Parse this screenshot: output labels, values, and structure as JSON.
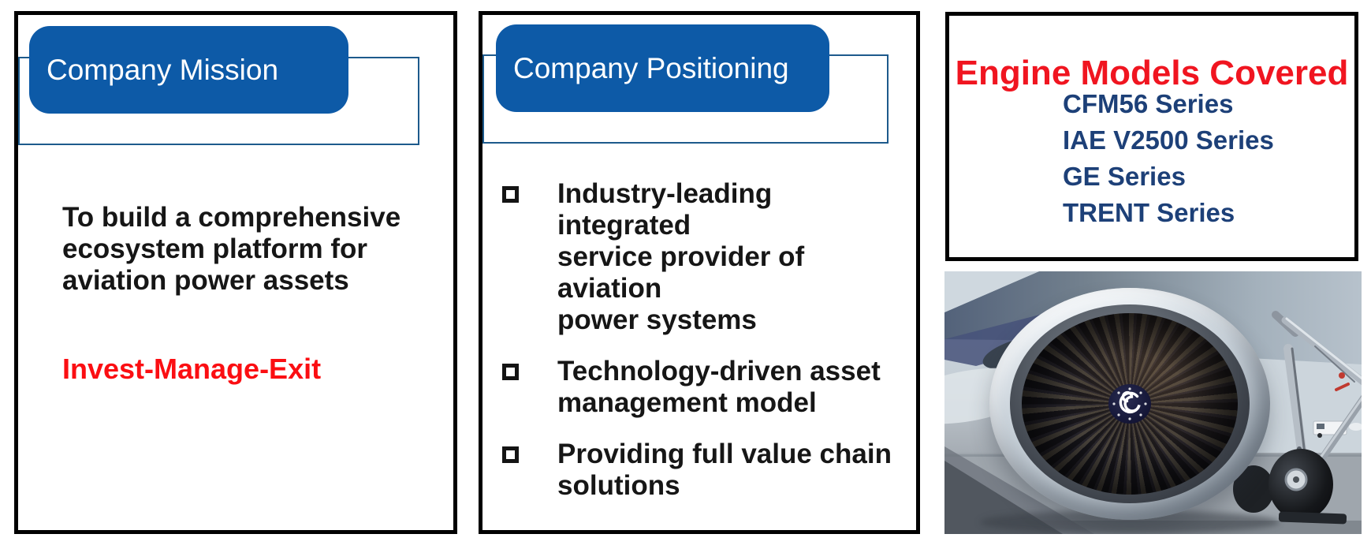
{
  "mission_panel": {
    "header": "Company Mission",
    "body": "To build a comprehensive\necosystem platform for\naviation power assets",
    "highlight": "Invest-Manage-Exit"
  },
  "positioning_panel": {
    "header": "Company Positioning",
    "bullets": [
      "Industry-leading integrated\nservice provider of aviation\npower systems",
      "Technology-driven asset\nmanagement model",
      "Providing full value chain\nsolutions"
    ]
  },
  "engines_panel": {
    "title": "Engine Models Covered",
    "models": [
      "CFM56 Series",
      "IAE V2500 Series",
      "GE Series",
      "TRENT Series"
    ]
  },
  "photo": {
    "description": "jet engine front view under aircraft wing with landing gear on airport apron"
  },
  "colors": {
    "chip_blue": "#0d5aa7",
    "tab_border_blue": "#1d5a8c",
    "title_red": "#f01520",
    "highlight_red": "#fb0e12",
    "model_navy": "#1d4078",
    "body_black": "#161616"
  }
}
